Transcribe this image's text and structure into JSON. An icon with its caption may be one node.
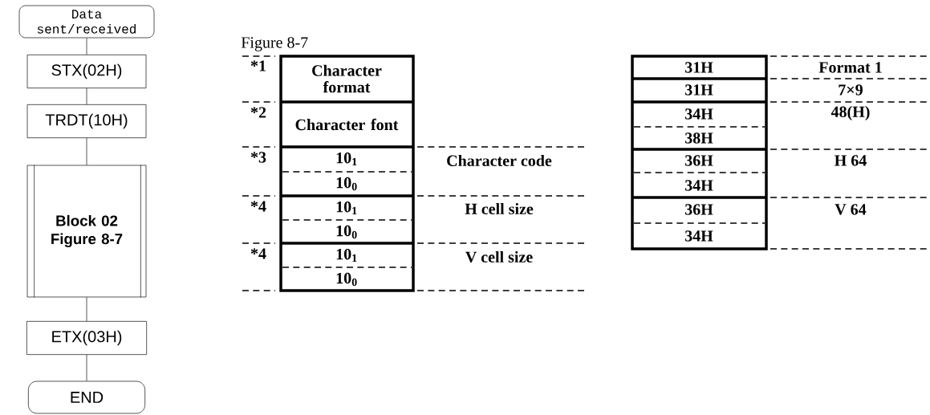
{
  "diagram": {
    "nodes": [
      {
        "text": [
          "Data sent/received"
        ]
      },
      {
        "text": [
          "STX(02H)"
        ]
      },
      {
        "text": [
          "TRDT(10H)"
        ]
      },
      {
        "text": [
          "Block 02 Figure 8-7"
        ]
      },
      {
        "text": [
          "ETX(03H)"
        ]
      },
      {
        "text": [
          "END"
        ]
      }
    ],
    "edges": [
      {
        "from": 0,
        "to": 1,
        "arrow": "none"
      },
      {
        "from": 1,
        "to": 2,
        "arrow": "none"
      },
      {
        "from": 2,
        "to": 3,
        "arrow": "none"
      },
      {
        "from": 3,
        "to": 4,
        "arrow": "none"
      },
      {
        "from": 4,
        "to": 5,
        "arrow": "none"
      }
    ],
    "labels": [
      "Figure 8-7",
      "*1",
      "Character format",
      "*2",
      "Character font",
      "*3",
      "10$_{1}$",
      "Character code",
      "10$_{0}$",
      "*4",
      "10$_{1}$",
      "H cell size",
      "10$_{0}$",
      "*4",
      "10$_{1}$",
      "V cell size",
      "10$_{0}$",
      "31H",
      "Format 1",
      "31H",
      "7×9",
      "34H",
      "48(H)",
      "38H",
      "36H",
      "H 64",
      "34H",
      "36H",
      "V 64",
      "34H"
    ]
  }
}
